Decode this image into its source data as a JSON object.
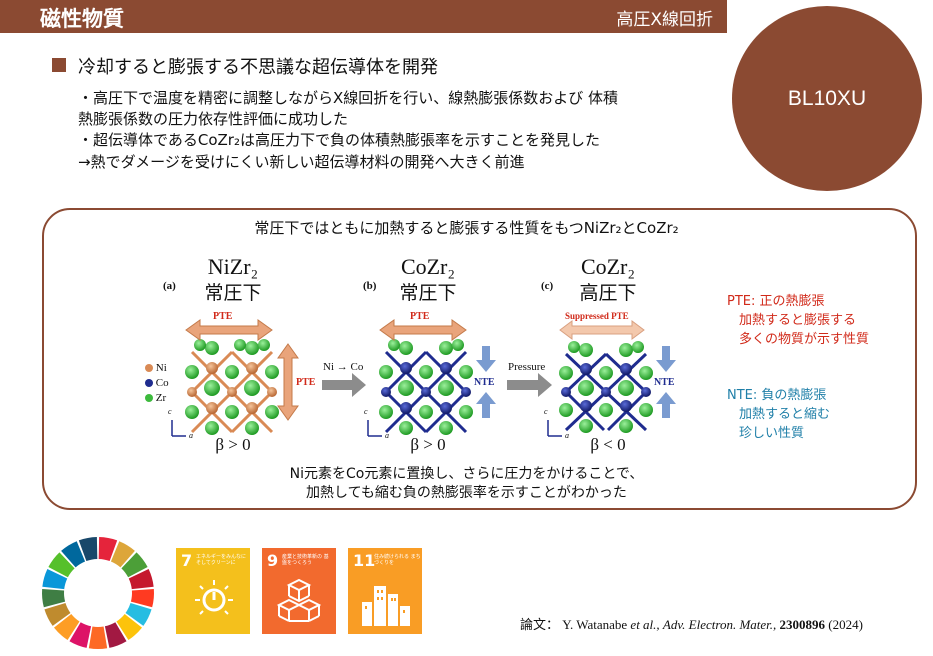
{
  "header": {
    "title": "磁性物質",
    "category": "高圧X線回折",
    "color": "#8B4A32"
  },
  "beamline": "BL10XU",
  "heading": "冷却すると膨張する不思議な超伝導体を開発",
  "bullets": [
    "・高圧下で温度を精密に調整しながらX線回折を行い、線熱膨張係数および 体積",
    "熱膨張係数の圧力依存性評価に成功した",
    "・超伝導体であるCoZr₂は高圧力下で負の体積熱膨張率を示すことを発見した",
    "→熱でダメージを受けにくい新しい超伝導材料の開発へ大きく前進"
  ],
  "figure": {
    "box_title": "常圧下ではともに加熱すると膨張する性質をもつNiZr₂とCoZr₂",
    "panels": [
      {
        "letter": "(a)",
        "formula": "NiZr₂",
        "condition": "常圧下",
        "top_arrow": "PTE",
        "beta": "β > 0"
      },
      {
        "letter": "(b)",
        "formula": "CoZr₂",
        "condition": "常圧下",
        "top_arrow": "PTE",
        "beta": "β > 0"
      },
      {
        "letter": "(c)",
        "formula": "CoZr₂",
        "condition": "高圧下",
        "top_arrow": "Suppressed PTE",
        "beta": "β < 0"
      }
    ],
    "side_pte": "PTE",
    "nte_b": "NTE",
    "nte_c": "NTE",
    "arrow1": "Ni → Co",
    "arrow2": "Pressure",
    "legend": [
      "Ni",
      "Co",
      "Zr"
    ],
    "axis_c": "c",
    "axis_a": "a",
    "colors": {
      "ni": "#D98A55",
      "co": "#1F2C8F",
      "zr": "#3DBA3D",
      "pte_arrow": "#E9A47B",
      "nte_arrow": "#7A9BD0",
      "pte_text": "#D12A1A",
      "nte_text": "#1F7FA8"
    },
    "pte_note": [
      "PTE: 正の熱膨張",
      "加熱すると膨張する",
      "多くの物質が示す性質"
    ],
    "nte_note": [
      "NTE: 負の熱膨張",
      "加熱すると縮む",
      "珍しい性質"
    ],
    "bottom": [
      "Ni元素をCo元素に置換し、さらに圧力をかけることで、",
      "加熱しても縮む負の熱膨張率を示すことがわかった"
    ]
  },
  "sdgs": [
    {
      "num": "7",
      "text": "エネルギーをみんなに そしてクリーンに",
      "color": "#F4C01C",
      "icon": "sun-power-icon"
    },
    {
      "num": "9",
      "text": "産業と技術革新の 基盤をつくろう",
      "color": "#F26A2E",
      "icon": "cubes-icon"
    },
    {
      "num": "11",
      "text": "住み続けられる まちづくりを",
      "color": "#F99D25",
      "icon": "buildings-icon"
    }
  ],
  "reference": {
    "label": "論文：",
    "authors": "Y.  Watanabe",
    "etal": "et al.,",
    "journal": "Adv. Electron. Mater.,",
    "number": "2300896",
    "year": "(2024)"
  }
}
